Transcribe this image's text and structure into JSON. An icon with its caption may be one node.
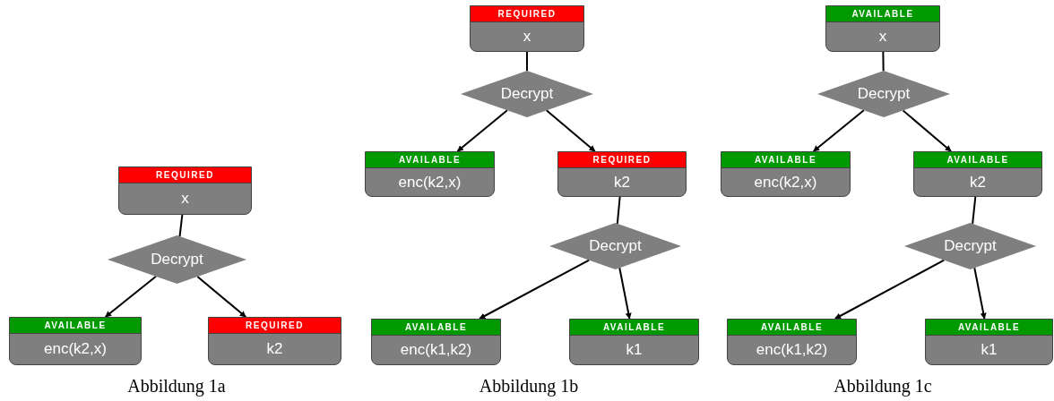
{
  "diagram": {
    "nodes": [
      {
        "text": [
          "REQUIRED",
          "x"
        ]
      },
      {
        "text": [
          "Decrypt"
        ]
      },
      {
        "text": [
          "AVAILABLE",
          "enc(k2,x)"
        ]
      },
      {
        "text": [
          "REQUIRED",
          "k2"
        ]
      },
      {
        "text": [
          "REQUIRED",
          "x"
        ]
      },
      {
        "text": [
          "Decrypt"
        ]
      },
      {
        "text": [
          "AVAILABLE",
          "enc(k2,x)"
        ]
      },
      {
        "text": [
          "REQUIRED",
          "k2"
        ]
      },
      {
        "text": [
          "Decrypt"
        ]
      },
      {
        "text": [
          "AVAILABLE",
          "enc(k1,k2)"
        ]
      },
      {
        "text": [
          "AVAILABLE",
          "k1"
        ]
      },
      {
        "text": [
          "AVAILABLE",
          "x"
        ]
      },
      {
        "text": [
          "Decrypt"
        ]
      },
      {
        "text": [
          "AVAILABLE",
          "enc(k2,x)"
        ]
      },
      {
        "text": [
          "AVAILABLE",
          "k2"
        ]
      },
      {
        "text": [
          "Decrypt"
        ]
      },
      {
        "text": [
          "AVAILABLE",
          "enc(k1,k2)"
        ]
      },
      {
        "text": [
          "AVAILABLE",
          "k1"
        ]
      }
    ],
    "edges": [
      {
        "from": 0,
        "to": 1,
        "arrow": "none"
      },
      {
        "from": 1,
        "to": 2,
        "arrow": "to"
      },
      {
        "from": 1,
        "to": 3,
        "arrow": "to"
      },
      {
        "from": 4,
        "to": 5,
        "arrow": "none"
      },
      {
        "from": 5,
        "to": 6,
        "arrow": "to"
      },
      {
        "from": 5,
        "to": 7,
        "arrow": "to"
      },
      {
        "from": 7,
        "to": 8,
        "arrow": "none"
      },
      {
        "from": 8,
        "to": 9,
        "arrow": "to"
      },
      {
        "from": 8,
        "to": 10,
        "arrow": "to"
      },
      {
        "from": 11,
        "to": 12,
        "arrow": "none"
      },
      {
        "from": 12,
        "to": 13,
        "arrow": "to"
      },
      {
        "from": 12,
        "to": 14,
        "arrow": "to"
      },
      {
        "from": 14,
        "to": 15,
        "arrow": "none"
      },
      {
        "from": 15,
        "to": 16,
        "arrow": "to"
      },
      {
        "from": 15,
        "to": 17,
        "arrow": "to"
      }
    ],
    "labels": [
      "Abbildung 1a",
      "Abbildung 1b",
      "Abbildung 1c"
    ]
  }
}
